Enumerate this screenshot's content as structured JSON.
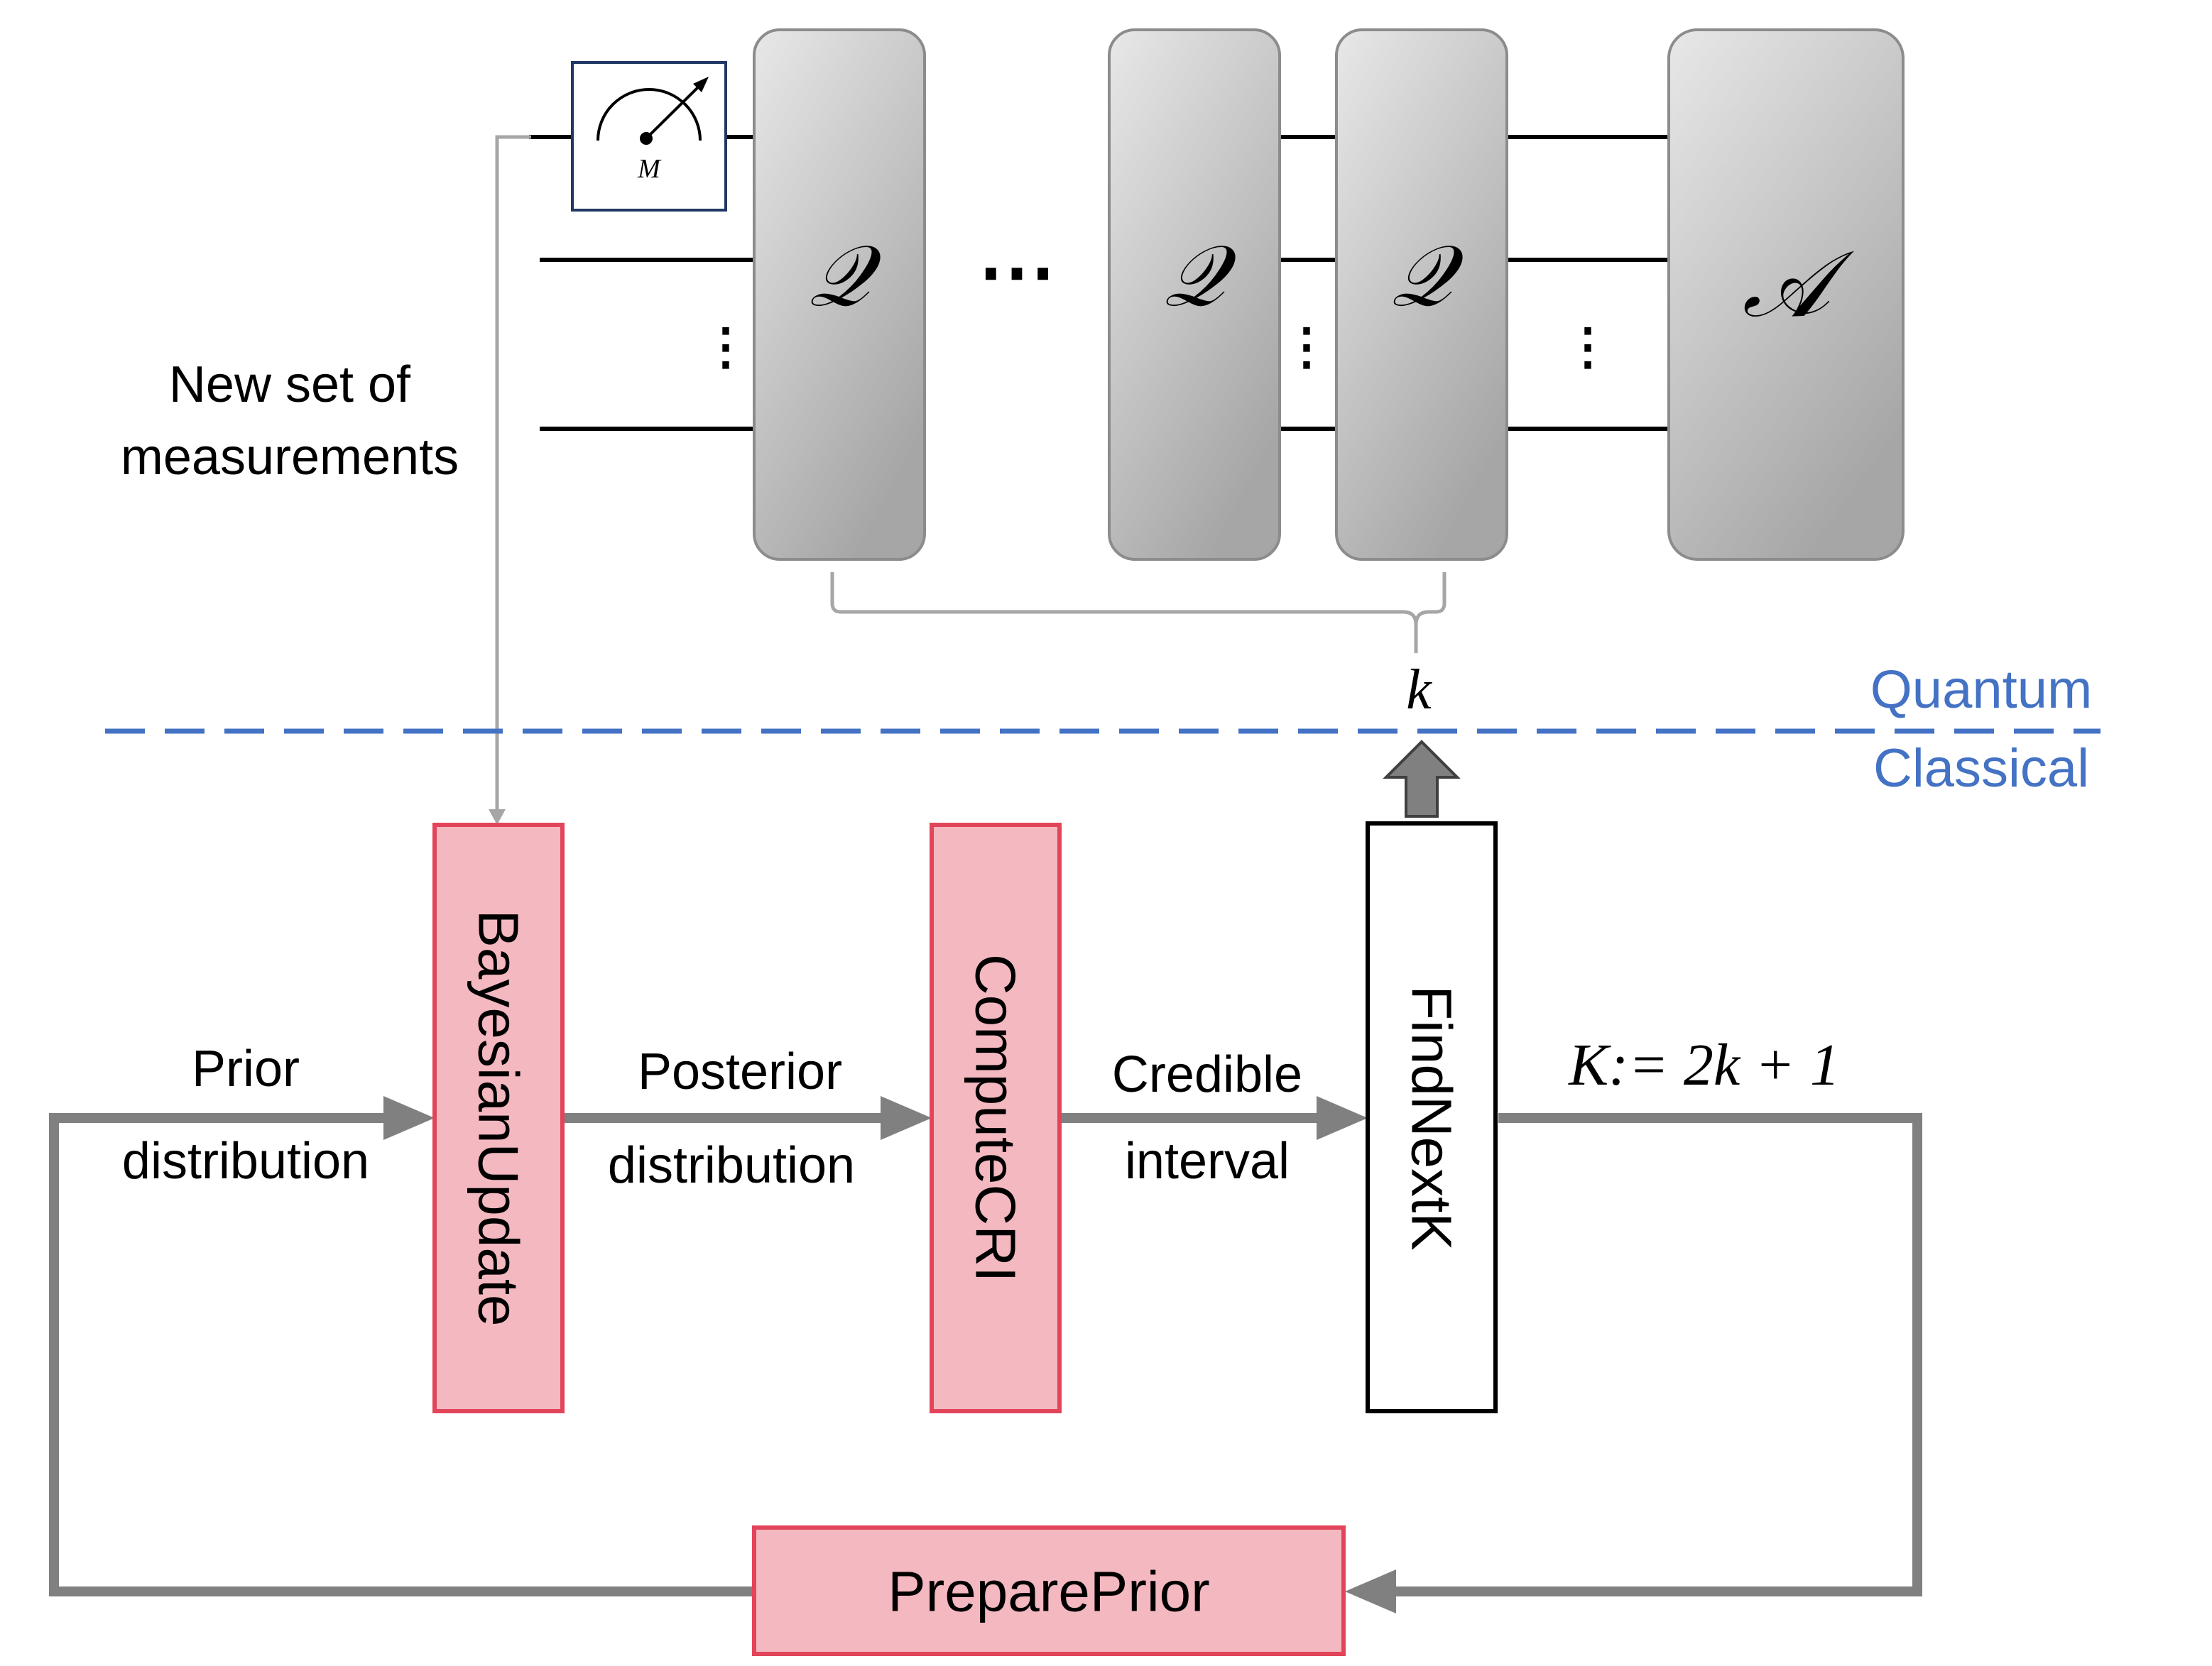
{
  "circuit": {
    "meter_label": "M",
    "gates": [
      "𝒬",
      "𝒬",
      "𝒬",
      "𝒜"
    ],
    "dots_horizontal": "⋯",
    "dots_vertical": "⋮",
    "brace_label": "k"
  },
  "labels": {
    "measurements_line1": "New set of",
    "measurements_line2": "measurements",
    "quantum": "Quantum",
    "classical": "Classical",
    "prior_line1": "Prior",
    "prior_line2": "distribution",
    "posterior_line1": "Posterior",
    "posterior_line2": "distribution",
    "credible_line1": "Credible",
    "credible_line2": "interval",
    "k_formula": "K:= 2k + 1"
  },
  "blocks": {
    "bayesian_update": "BayesianUpdate",
    "compute_cri": "ComputeCRI",
    "find_next_k": "FindNextK",
    "prepare_prior": "PreparePrior"
  },
  "colors": {
    "block_fill": "#f4b8c0",
    "block_stroke": "#e2455a",
    "divider": "#4472c4",
    "flow_arrow": "#808080"
  }
}
